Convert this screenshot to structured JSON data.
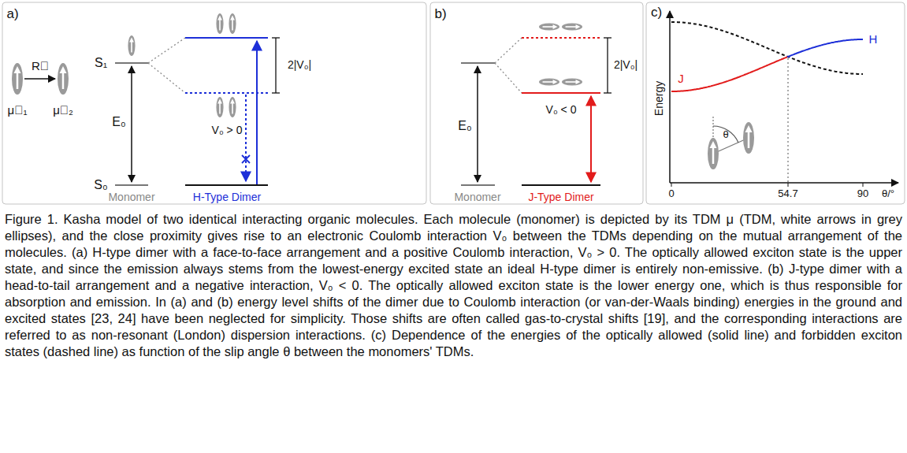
{
  "diagram": {
    "caption": "Figure 1. Kasha model of two identical interacting organic molecules. Each molecule (monomer) is depicted by its TDM μ (TDM, white arrows in grey ellipses), and the close proximity gives rise to an electronic Coulomb interaction V₀ between the TDMs depending on the mutual arrangement of the molecules. (a) H-type dimer with a face-to-face arrangement and a positive Coulomb interaction, V₀ > 0. The optically allowed exciton state is the upper state, and since the emission always stems from the lowest-energy excited state an ideal H-type dimer is entirely non-emissive. (b) J-type dimer with a head-to-tail arrangement and a negative interaction, V₀ < 0. The optically allowed exciton state is the lower energy one, which is thus responsible for absorption and emission. In (a) and (b) energy level shifts of the dimer due to Coulomb interaction (or van-der-Waals binding) energies in the ground and excited states [23, 24] have been neglected for simplicity. Those shifts are often called gas-to-crystal shifts [19], and the corresponding interactions are referred to as non-resonant (London) dispersion interactions. (c) Dependence of the energies of the optically allowed (solid line) and forbidden exciton states (dashed line) as function of the slip angle θ between the monomers' TDMs.",
    "labels": [
      "a)",
      "S₁",
      "S₀",
      "E₀",
      "Monomer",
      "H-Type Dimer",
      "2|V₀|",
      "V₀ > 0",
      "R⃗",
      "μ⃗₁",
      "μ⃗₂",
      "b)",
      "E₀",
      "Monomer",
      "J-Type Dimer",
      "2|V₀|",
      "V₀ < 0",
      "c)",
      "Energy",
      "J",
      "H",
      "θ",
      "0",
      "54.7",
      "90",
      "θ/°"
    ]
  }
}
